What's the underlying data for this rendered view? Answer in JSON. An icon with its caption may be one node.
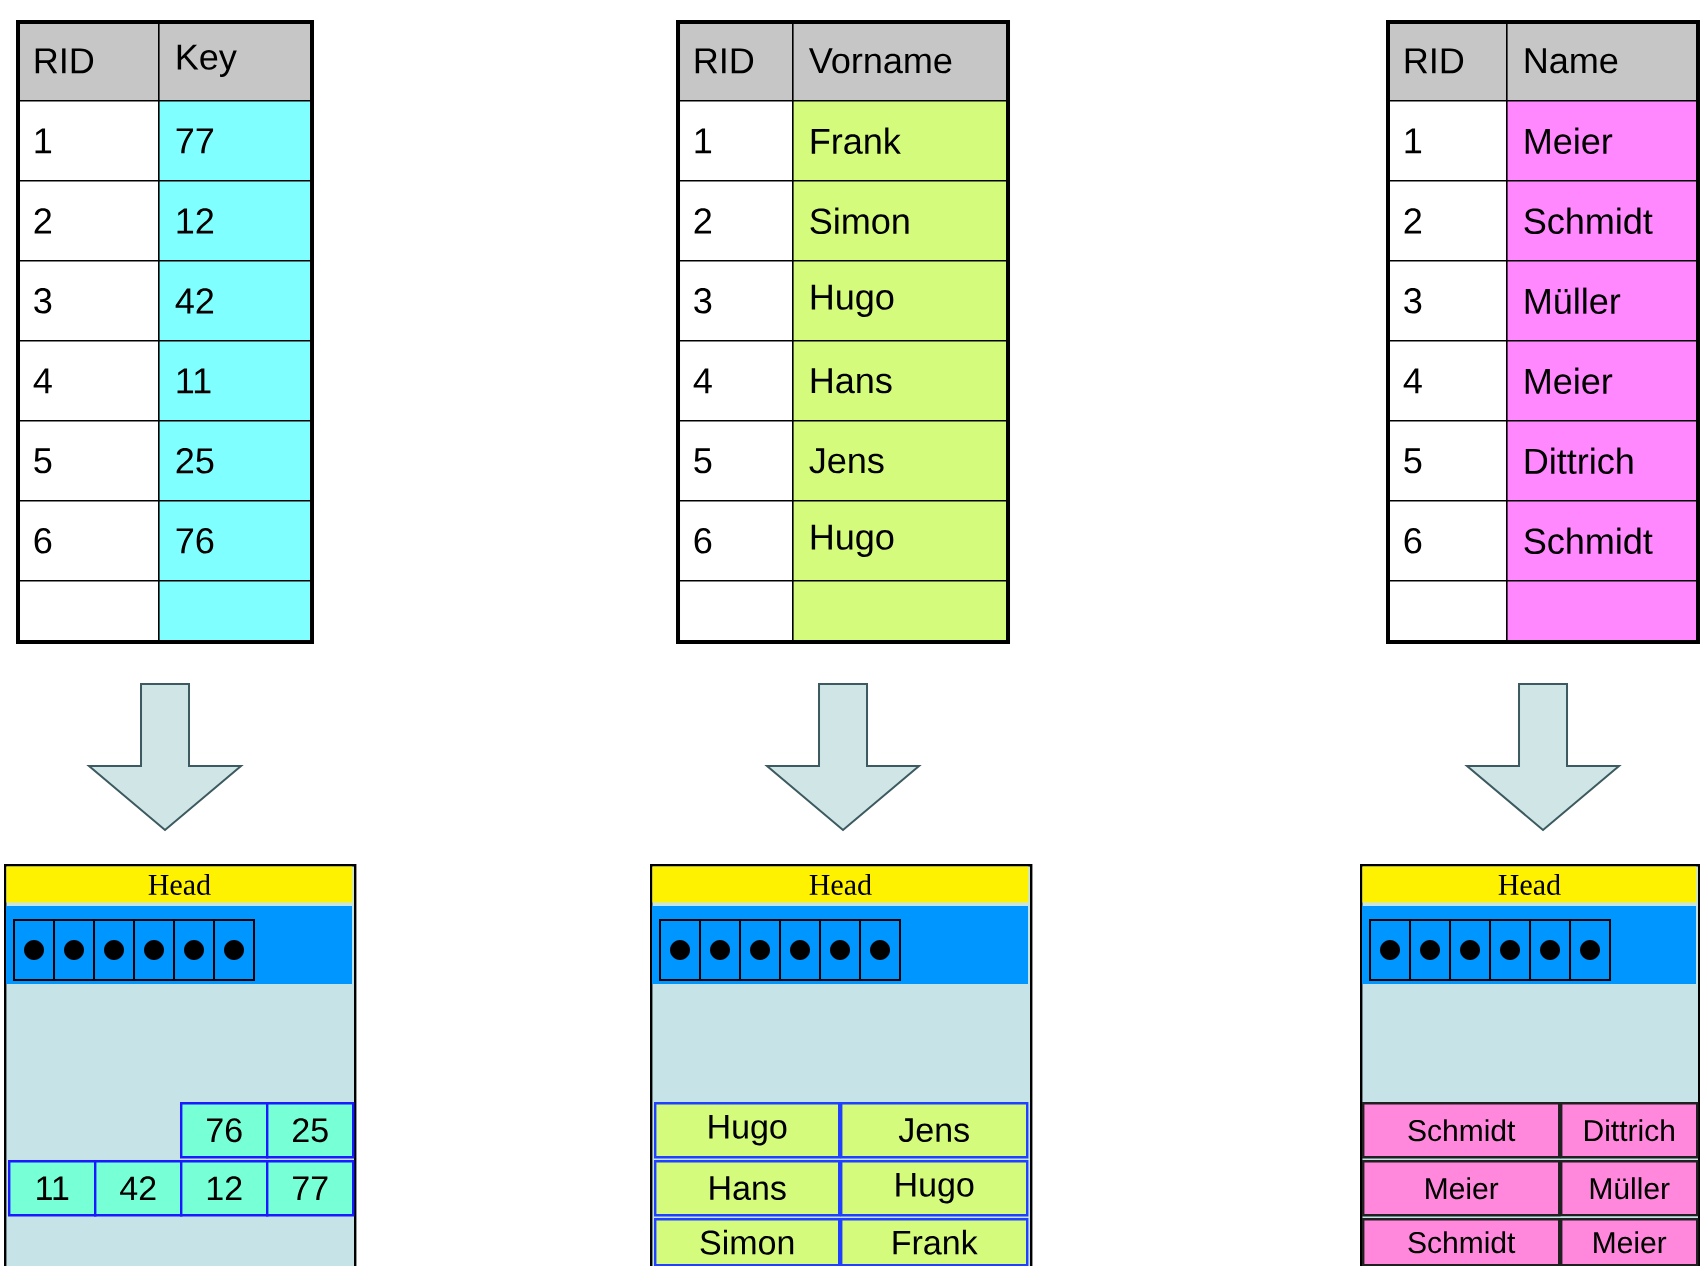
{
  "diagram": {
    "nodes": [
      {
        "text": [
          "RID",
          "Key",
          "1",
          "77",
          "2",
          "12",
          "3",
          "42",
          "4",
          "11",
          "5",
          "25",
          "6",
          "76"
        ]
      },
      {
        "text": [
          "RID",
          "Vorname",
          "1",
          "Frank",
          "2",
          "Simon",
          "3",
          "Hugo",
          "4",
          "Hans",
          "5",
          "Jens",
          "6",
          "Hugo"
        ]
      },
      {
        "text": [
          "RID",
          "Name",
          "1",
          "Meier",
          "2",
          "Schmidt",
          "3",
          "Müller",
          "4",
          "Meier",
          "5",
          "Dittrich",
          "6",
          "Schmidt"
        ]
      },
      {
        "text": [
          "Head",
          "76",
          "25",
          "11",
          "42",
          "12",
          "77"
        ]
      },
      {
        "text": [
          "Head",
          "Hugo",
          "Jens",
          "Hans",
          "Hugo",
          "Simon",
          "Frank"
        ]
      },
      {
        "text": [
          "Head",
          "Schmidt",
          "Dittrich",
          "Meier",
          "Müller",
          "Schmidt",
          "Meier"
        ]
      }
    ],
    "edges": [
      {
        "from": 0,
        "to": 3,
        "arrow": "to"
      },
      {
        "from": 1,
        "to": 4,
        "arrow": "to"
      },
      {
        "from": 2,
        "to": 5,
        "arrow": "to"
      }
    ]
  }
}
